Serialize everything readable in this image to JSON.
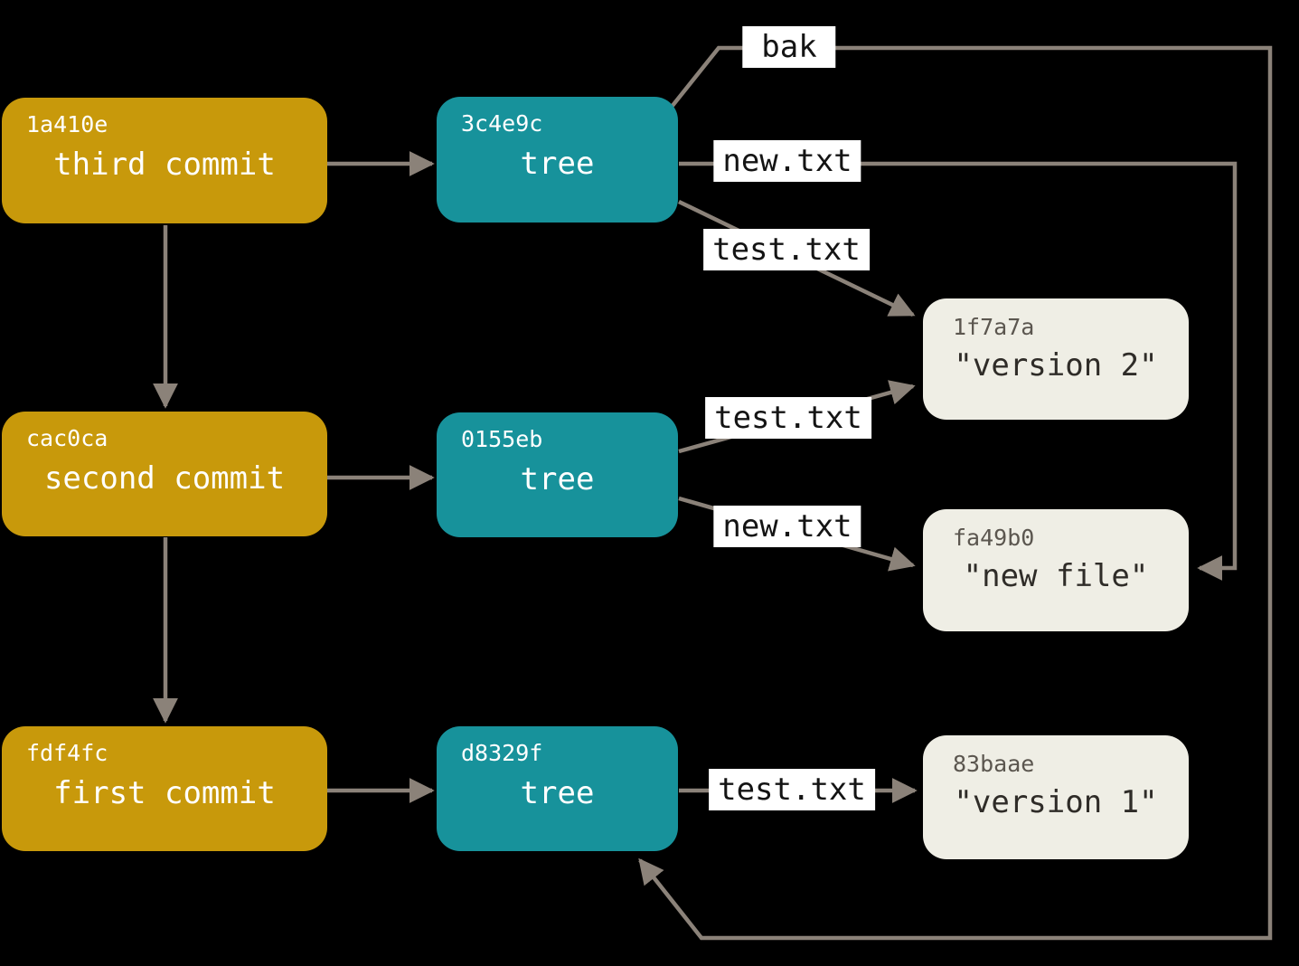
{
  "colors": {
    "commit_fill": "#C8990B",
    "tree_fill": "#17929B",
    "blob_fill": "#EFEEE5",
    "line": "#8B8279",
    "label_bg": "#FFFFFF",
    "label_fg": "#141414",
    "node_text": "#FFFFFF",
    "blob_hash": "#5B564F",
    "blob_text": "#2F2C28"
  },
  "nodes": {
    "commits": [
      {
        "hash": "1a410e",
        "label": "third commit"
      },
      {
        "hash": "cac0ca",
        "label": "second commit"
      },
      {
        "hash": "fdf4fc",
        "label": "first commit"
      }
    ],
    "trees": [
      {
        "hash": "3c4e9c",
        "label": "tree"
      },
      {
        "hash": "0155eb",
        "label": "tree"
      },
      {
        "hash": "d8329f",
        "label": "tree"
      }
    ],
    "blobs": [
      {
        "hash": "1f7a7a",
        "label": "\"version 2\""
      },
      {
        "hash": "fa49b0",
        "label": "\"new file\""
      },
      {
        "hash": "83baae",
        "label": "\"version 1\""
      }
    ]
  },
  "edges": [
    {
      "label": "bak",
      "from": "3c4e9c",
      "to": "d8329f"
    },
    {
      "label": "new.txt",
      "from": "3c4e9c",
      "to": "fa49b0"
    },
    {
      "label": "test.txt",
      "from": "3c4e9c",
      "to": "1f7a7a"
    },
    {
      "label": "test.txt",
      "from": "0155eb",
      "to": "1f7a7a"
    },
    {
      "label": "new.txt",
      "from": "0155eb",
      "to": "fa49b0"
    },
    {
      "label": "test.txt",
      "from": "d8329f",
      "to": "83baae"
    },
    {
      "label": "",
      "from": "1a410e",
      "to": "3c4e9c"
    },
    {
      "label": "",
      "from": "cac0ca",
      "to": "0155eb"
    },
    {
      "label": "",
      "from": "fdf4fc",
      "to": "d8329f"
    },
    {
      "label": "",
      "from": "1a410e",
      "to": "cac0ca"
    },
    {
      "label": "",
      "from": "cac0ca",
      "to": "fdf4fc"
    }
  ]
}
